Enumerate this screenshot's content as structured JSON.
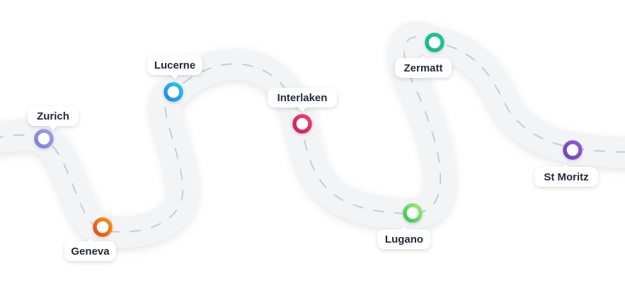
{
  "road": {
    "surface_color": "#f3f4f6",
    "lane_color": "#c9ccd1"
  },
  "stops": [
    {
      "id": "zurich",
      "label": "Zurich",
      "color_start": "#7c7fd8",
      "color_end": "#a99ae8"
    },
    {
      "id": "geneva",
      "label": "Geneva",
      "color_start": "#e44d1b",
      "color_end": "#f7931e"
    },
    {
      "id": "lucerne",
      "label": "Lucerne",
      "color_start": "#1e88e5",
      "color_end": "#29c5f6"
    },
    {
      "id": "interlaken",
      "label": "Interlaken",
      "color_start": "#d81b60",
      "color_end": "#ef3f6a"
    },
    {
      "id": "lugano",
      "label": "Lugano",
      "color_start": "#34c759",
      "color_end": "#a3e87a"
    },
    {
      "id": "zermatt",
      "label": "Zermatt",
      "color_start": "#12b886",
      "color_end": "#20c997"
    },
    {
      "id": "st-moritz",
      "label": "St Moritz",
      "color_start": "#6f42c1",
      "color_end": "#8e5cd9"
    }
  ]
}
